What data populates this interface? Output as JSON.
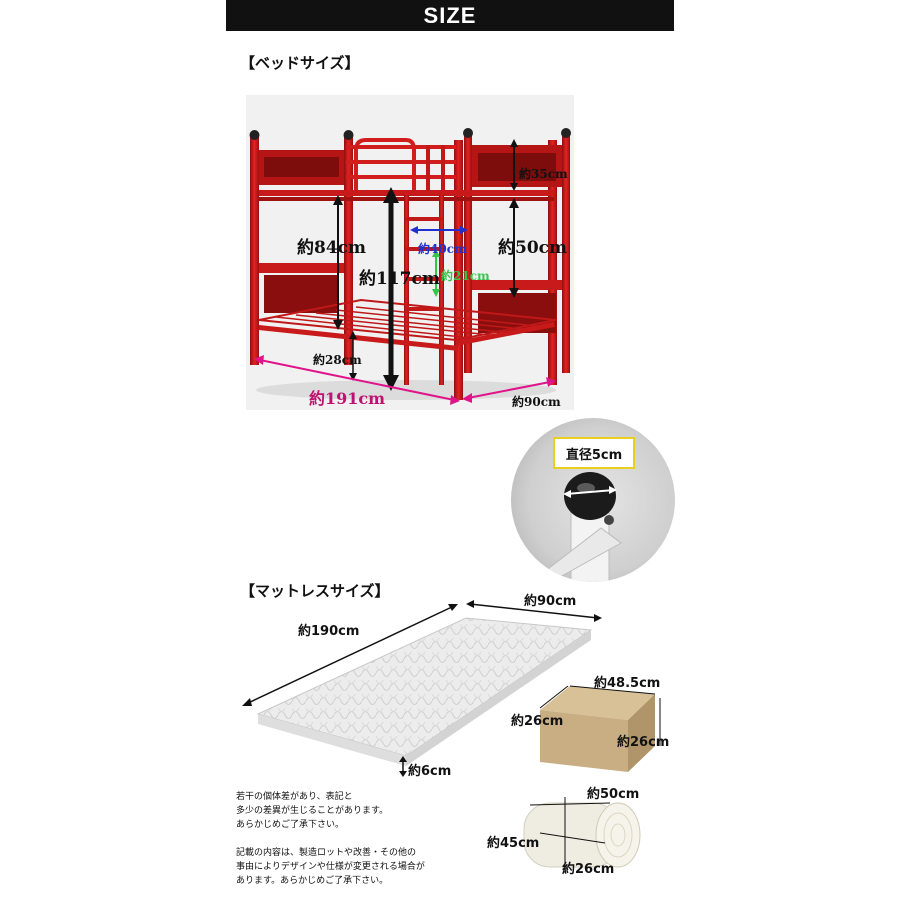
{
  "header": {
    "title": "SIZE"
  },
  "bed_section": {
    "title": "【ベッドサイズ】",
    "dims": {
      "headboard": "約35cm",
      "upper_clearance": "約84cm",
      "total_height": "約117cm",
      "ladder_width": "約40cm",
      "ladder_step": "約21cm",
      "guard_gap": "約50cm",
      "floor_clearance": "約28cm",
      "length": "約191cm",
      "width": "約90cm"
    },
    "colors": {
      "frame": "#d31a1a",
      "length_arrow": "#e0148a",
      "ladder_width": "#1f2fd0",
      "ladder_step": "#32c84a"
    }
  },
  "pipe_detail": {
    "label": "直径5cm",
    "border_color": "#e8d021"
  },
  "mattress_section": {
    "title": "【マットレスサイズ】",
    "dims": {
      "length": "約190cm",
      "width": "約90cm",
      "thickness": "約6cm"
    }
  },
  "box_package": {
    "width": "約48.5cm",
    "depth": "約26cm",
    "height": "約26cm",
    "color": "#c9ae84"
  },
  "roll_package": {
    "length": "約50cm",
    "height": "約45cm",
    "depth": "約26cm"
  },
  "notes": {
    "note1": [
      "若干の個体差があり、表記と",
      "多少の差異が生じることがあります。",
      "あらかじめご了承下さい。"
    ],
    "note2": [
      "記載の内容は、製造ロットや改善・その他の",
      "事由によりデザインや仕様が変更される場合が",
      "あります。あらかじめご了承下さい。"
    ]
  }
}
